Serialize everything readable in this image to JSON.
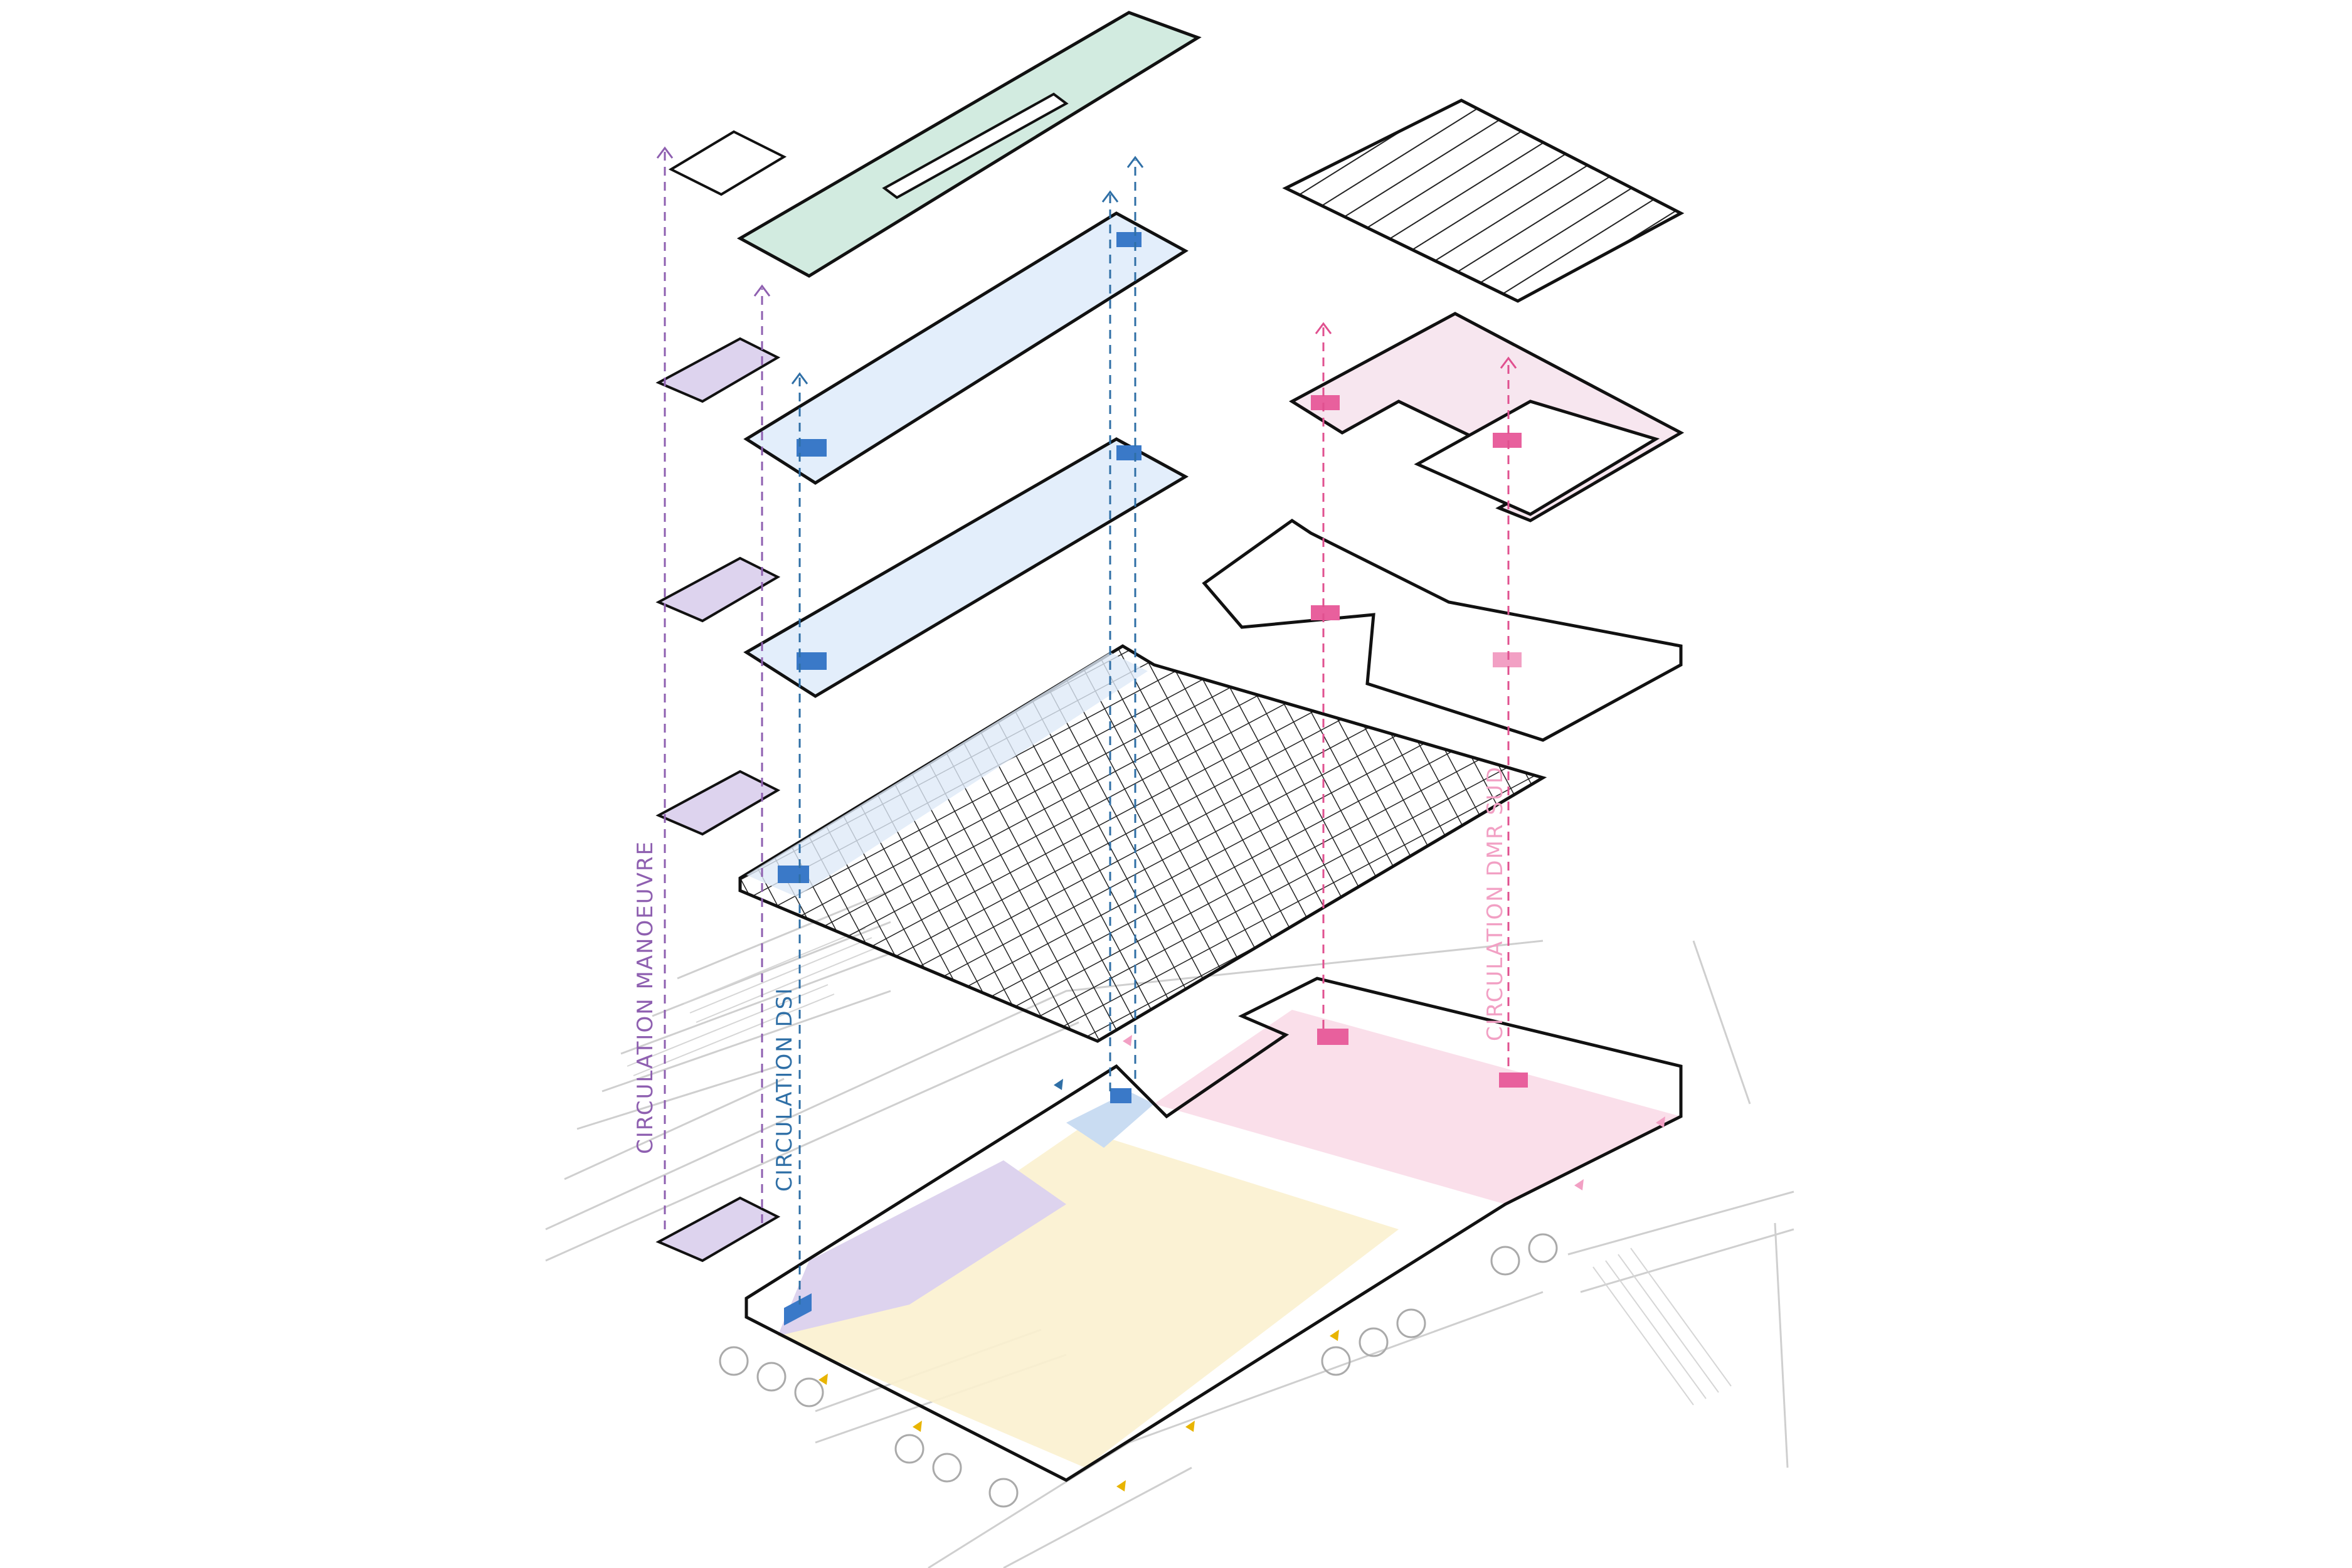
{
  "labels": {
    "circulation_manoeuvre": "CIRCULATION MANOEUVRE",
    "circulation_dsi": "CIRCULATION DSI",
    "circulation_dmr_sud": "CIRCULATION DMR SUD"
  },
  "colors": {
    "manoeuvre": "#8e5fb0",
    "dsi": "#2f6fa6",
    "dmr_sud": "#e0508f",
    "zone_yellow": "#fbf1cf",
    "zone_pink": "#f9dbe8",
    "zone_blue": "#c9dcf2",
    "zone_purple": "#ddd3ee",
    "core_blue": "#3a79c8",
    "green_roof": "#d2ebe0",
    "context_line": "#cfcfcf",
    "outline": "#111111"
  }
}
